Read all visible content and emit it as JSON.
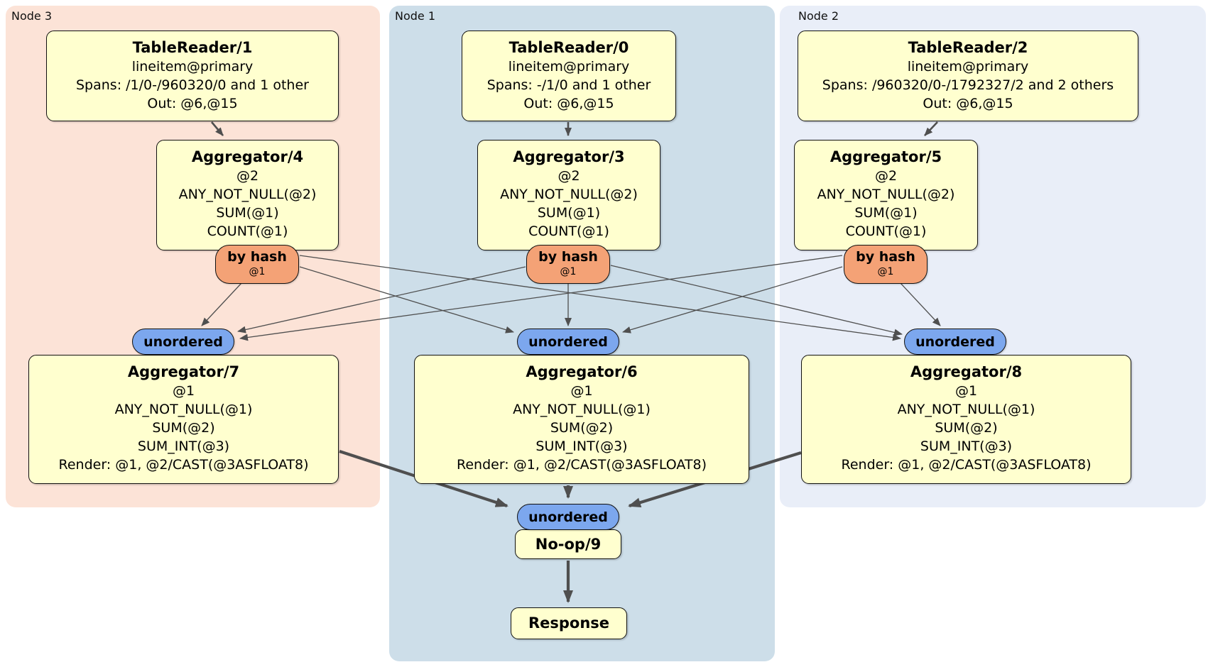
{
  "regions": {
    "node3": {
      "label": "Node 3"
    },
    "node1": {
      "label": "Node 1"
    },
    "node2": {
      "label": "Node 2"
    }
  },
  "processors": {
    "tablereader1": {
      "title": "TableReader/1",
      "lines": [
        "lineitem@primary",
        "Spans: /1/0-/960320/0 and 1 other",
        "Out: @6,@15"
      ]
    },
    "aggregator4": {
      "title": "Aggregator/4",
      "lines": [
        "@2",
        "ANY_NOT_NULL(@2)",
        "SUM(@1)",
        "COUNT(@1)"
      ]
    },
    "aggregator7": {
      "title": "Aggregator/7",
      "lines": [
        "@1",
        "ANY_NOT_NULL(@1)",
        "SUM(@2)",
        "SUM_INT(@3)",
        "Render: @1, @2/CAST(@3ASFLOAT8)"
      ]
    },
    "tablereader0": {
      "title": "TableReader/0",
      "lines": [
        "lineitem@primary",
        "Spans: -/1/0 and 1 other",
        "Out: @6,@15"
      ]
    },
    "aggregator3": {
      "title": "Aggregator/3",
      "lines": [
        "@2",
        "ANY_NOT_NULL(@2)",
        "SUM(@1)",
        "COUNT(@1)"
      ]
    },
    "aggregator6": {
      "title": "Aggregator/6",
      "lines": [
        "@1",
        "ANY_NOT_NULL(@1)",
        "SUM(@2)",
        "SUM_INT(@3)",
        "Render: @1, @2/CAST(@3ASFLOAT8)"
      ]
    },
    "tablereader2": {
      "title": "TableReader/2",
      "lines": [
        "lineitem@primary",
        "Spans: /960320/0-/1792327/2 and 2 others",
        "Out: @6,@15"
      ]
    },
    "aggregator5": {
      "title": "Aggregator/5",
      "lines": [
        "@2",
        "ANY_NOT_NULL(@2)",
        "SUM(@1)",
        "COUNT(@1)"
      ]
    },
    "aggregator8": {
      "title": "Aggregator/8",
      "lines": [
        "@1",
        "ANY_NOT_NULL(@1)",
        "SUM(@2)",
        "SUM_INT(@3)",
        "Render: @1, @2/CAST(@3ASFLOAT8)"
      ]
    },
    "noop9": {
      "title": "No-op/9"
    },
    "response": {
      "title": "Response"
    }
  },
  "routers": {
    "by_hash": {
      "label": "by hash",
      "sub": "@1"
    },
    "unordered": {
      "label": "unordered"
    }
  },
  "colors": {
    "node3_bg": "#fce3d7",
    "node1_bg": "#cddee9",
    "node2_bg": "#e9eef8",
    "box_fill": "#ffffcf",
    "box_border": "#111111",
    "hash_router_fill": "#f4a276",
    "unordered_router_fill": "#7ca7ee",
    "edge_color": "#4f4f4f"
  }
}
